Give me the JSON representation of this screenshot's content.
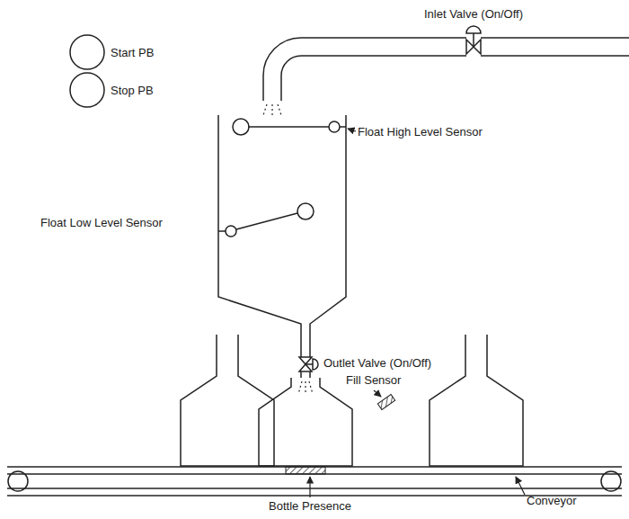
{
  "diagram": {
    "nodes": [
      {
        "text": [
          "Start PB"
        ]
      },
      {
        "text": [
          "Stop PB"
        ]
      }
    ],
    "labels": [
      "Inlet Valve (On/Off)",
      "Float High Level Sensor",
      "Float Low Level Sensor",
      "Outlet Valve (On/Off)",
      "Fill Sensor",
      "Bottle Presence",
      "Conveyor"
    ]
  }
}
